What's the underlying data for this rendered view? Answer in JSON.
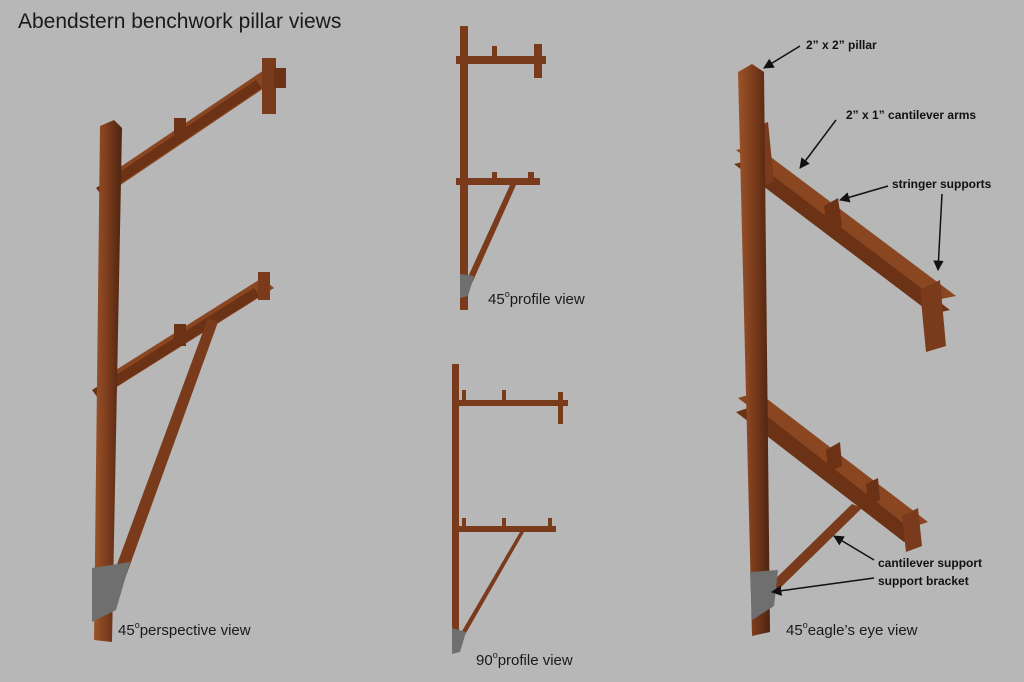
{
  "title": "Abendstern benchwork pillar views",
  "views": {
    "perspective": {
      "degrees": "45",
      "deg_mark": "o",
      "caption": "perspective view"
    },
    "profile_45": {
      "degrees": "45",
      "deg_mark": "o",
      "caption": "profile view"
    },
    "profile_90": {
      "degrees": "90",
      "deg_mark": "o",
      "caption": "profile view"
    },
    "eagle": {
      "degrees": "45",
      "deg_mark": "o",
      "caption": "eagle’s eye view"
    }
  },
  "callouts": {
    "pillar": "2” x  2” pillar",
    "arms": "2” x 1” cantilever arms",
    "stringer": "stringer supports",
    "cant_support": "cantilever support",
    "bracket": "support bracket"
  },
  "colors": {
    "background": "#b7b7b7",
    "wood": "#7a3b1c",
    "wood_light": "#9c5429",
    "wood_dark": "#4e2410",
    "bracket": "#6f6f6f",
    "arrow": "#111111"
  }
}
